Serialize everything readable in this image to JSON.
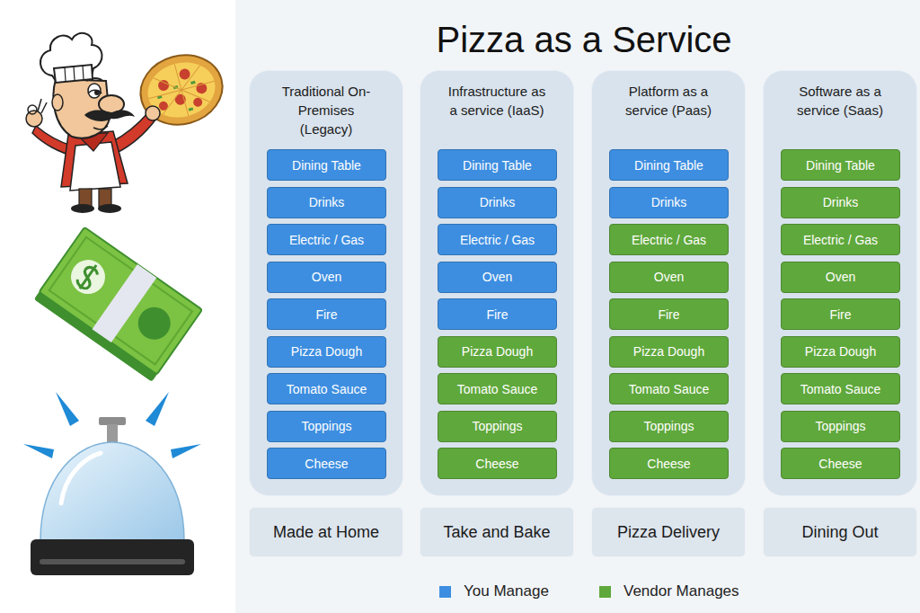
{
  "diagram": {
    "title": "Pizza as a Service",
    "nodes": [
      {
        "text": [
          "Traditional On-Premises (Legacy)"
        ]
      },
      {
        "text": [
          "Dining Table"
        ],
        "in": 0
      },
      {
        "text": [
          "Drinks"
        ],
        "in": 0
      },
      {
        "text": [
          "Electric / Gas"
        ],
        "in": 0
      },
      {
        "text": [
          "Oven"
        ],
        "in": 0
      },
      {
        "text": [
          "Fire"
        ],
        "in": 0
      },
      {
        "text": [
          "Pizza Dough"
        ],
        "in": 0
      },
      {
        "text": [
          "Tomato Sauce"
        ],
        "in": 0
      },
      {
        "text": [
          "Toppings"
        ],
        "in": 0
      },
      {
        "text": [
          "Cheese"
        ],
        "in": 0
      },
      {
        "text": [
          "Infrastructure as a service (IaaS)"
        ]
      },
      {
        "text": [
          "Dining Table"
        ],
        "in": 10
      },
      {
        "text": [
          "Drinks"
        ],
        "in": 10
      },
      {
        "text": [
          "Electric / Gas"
        ],
        "in": 10
      },
      {
        "text": [
          "Oven"
        ],
        "in": 10
      },
      {
        "text": [
          "Fire"
        ],
        "in": 10
      },
      {
        "text": [
          "Pizza Dough"
        ],
        "in": 10
      },
      {
        "text": [
          "Tomato Sauce"
        ],
        "in": 10
      },
      {
        "text": [
          "Toppings"
        ],
        "in": 10
      },
      {
        "text": [
          "Cheese"
        ],
        "in": 10
      },
      {
        "text": [
          "Platform as a service (Paas)"
        ]
      },
      {
        "text": [
          "Dining Table"
        ],
        "in": 20
      },
      {
        "text": [
          "Drinks"
        ],
        "in": 20
      },
      {
        "text": [
          "Electric / Gas"
        ],
        "in": 20
      },
      {
        "text": [
          "Oven"
        ],
        "in": 20
      },
      {
        "text": [
          "Fire"
        ],
        "in": 20
      },
      {
        "text": [
          "Pizza Dough"
        ],
        "in": 20
      },
      {
        "text": [
          "Tomato Sauce"
        ],
        "in": 20
      },
      {
        "text": [
          "Toppings"
        ],
        "in": 20
      },
      {
        "text": [
          "Cheese"
        ],
        "in": 20
      },
      {
        "text": [
          "Software as a service (Saas)"
        ]
      },
      {
        "text": [
          "Dining Table"
        ],
        "in": 30
      },
      {
        "text": [
          "Drinks"
        ],
        "in": 30
      },
      {
        "text": [
          "Electric / Gas"
        ],
        "in": 30
      },
      {
        "text": [
          "Oven"
        ],
        "in": 30
      },
      {
        "text": [
          "Fire"
        ],
        "in": 30
      },
      {
        "text": [
          "Pizza Dough"
        ],
        "in": 30
      },
      {
        "text": [
          "Tomato Sauce"
        ],
        "in": 30
      },
      {
        "text": [
          "Toppings"
        ],
        "in": 30
      },
      {
        "text": [
          "Cheese"
        ],
        "in": 30
      },
      {
        "text": [
          "Made at Home"
        ]
      },
      {
        "text": [
          "Take and Bake"
        ]
      },
      {
        "text": [
          "Pizza Delivery"
        ]
      },
      {
        "text": [
          "Dining Out"
        ]
      }
    ],
    "legend": [
      {
        "text": "You Manage",
        "color": "#3d8ee0"
      },
      {
        "text": "Vendor Manages",
        "color": "#5fa83c"
      }
    ]
  }
}
